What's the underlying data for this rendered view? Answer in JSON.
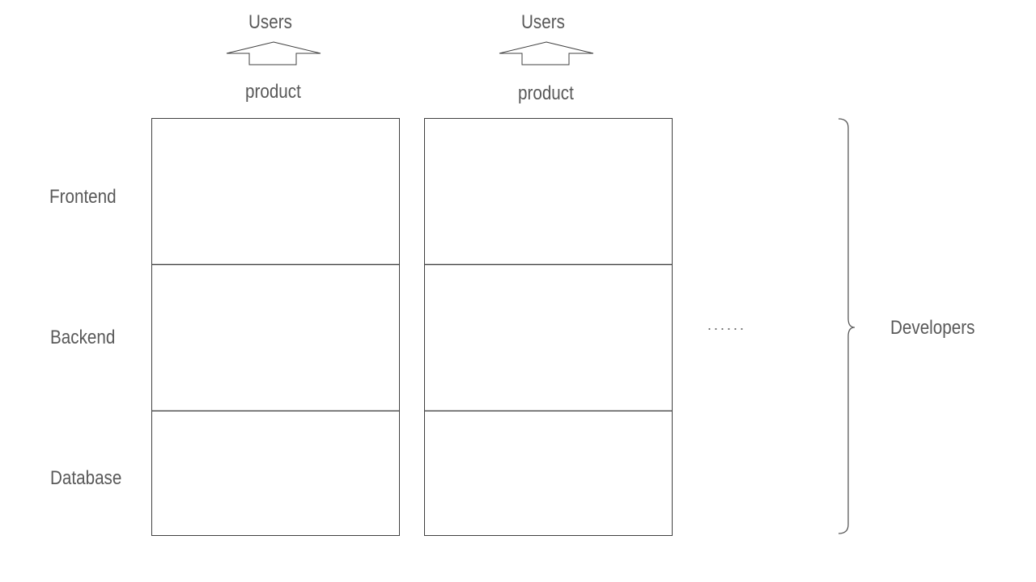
{
  "columns": [
    {
      "users_label": "Users",
      "product_label": "product"
    },
    {
      "users_label": "Users",
      "product_label": "product"
    }
  ],
  "layers": {
    "frontend": "Frontend",
    "backend": "Backend",
    "database": "Database"
  },
  "ellipsis": "......",
  "group_label": "Developers"
}
